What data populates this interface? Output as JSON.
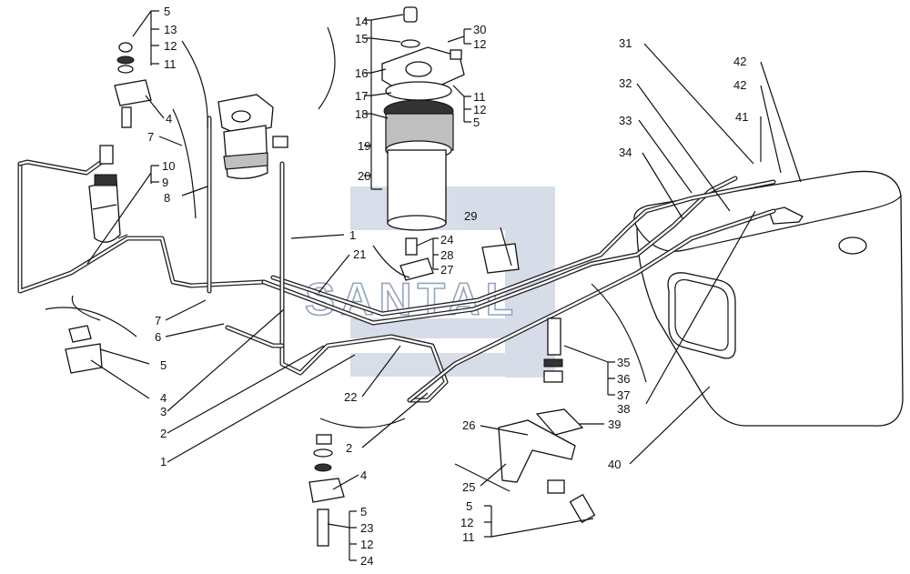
{
  "watermark": {
    "text": "SANTAL",
    "color": "#7f95b8"
  },
  "callouts": {
    "top_left_stack": [
      "5",
      "13",
      "12",
      "11"
    ],
    "filter_top_stack": [
      "14",
      "15",
      "16",
      "17",
      "18",
      "19",
      "20"
    ],
    "filter_right_a": [
      "30",
      "12"
    ],
    "filter_right_b": [
      "11",
      "12",
      "5"
    ],
    "mid_left": [
      "10",
      "9"
    ],
    "tap_stack": [
      "24",
      "28",
      "27"
    ],
    "bracket_bolt_stack": [
      "35",
      "36",
      "37"
    ],
    "bottom_center_stack": [
      "5",
      "23",
      "12",
      "24"
    ],
    "bottom_right_stack": [
      "5",
      "12",
      "11"
    ],
    "single": {
      "c4a": "4",
      "c7a": "7",
      "c8": "8",
      "c1a": "1",
      "c21": "21",
      "c29": "29",
      "c31": "31",
      "c32": "32",
      "c33": "33",
      "c34": "34",
      "c42a": "42",
      "c42b": "42",
      "c41": "41",
      "c7b": "7",
      "c6": "6",
      "c5a": "5",
      "c4b": "4",
      "c3": "3",
      "c2a": "2",
      "c1b": "1",
      "c22": "22",
      "c2b": "2",
      "c4c": "4",
      "c26": "26",
      "c39": "39",
      "c38": "38",
      "c25": "25",
      "c40": "40"
    }
  }
}
